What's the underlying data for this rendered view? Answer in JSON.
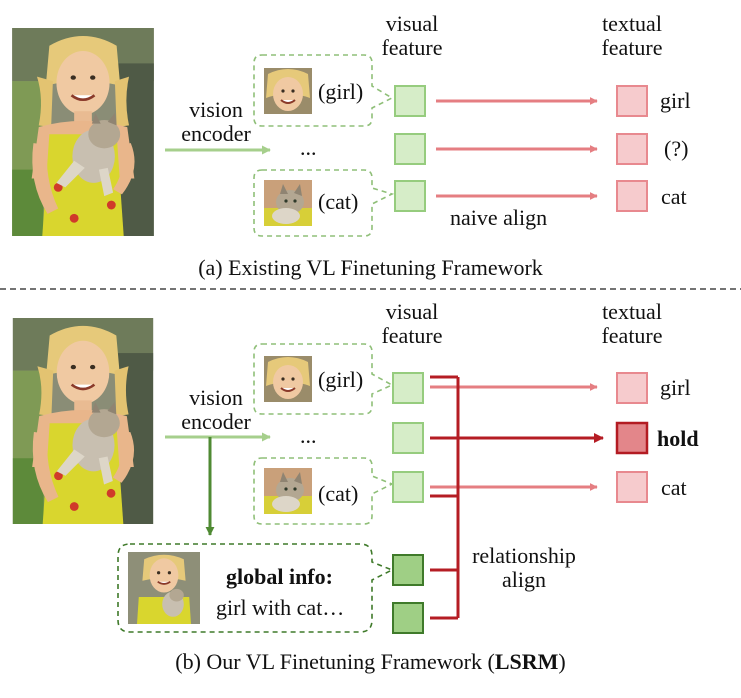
{
  "panel_a": {
    "caption": "(a) Existing VL Finetuning Framework",
    "vision_encoder": [
      "vision",
      "encoder"
    ],
    "visual_feature_header": [
      "visual",
      "feature"
    ],
    "textual_feature_header": [
      "textual",
      "feature"
    ],
    "crop_labels": [
      "(girl)",
      "(cat)"
    ],
    "ellipsis": "...",
    "textual_labels": [
      "girl",
      "(?)",
      "cat"
    ],
    "align_label": "naive align"
  },
  "panel_b": {
    "caption_prefix": "(b) Our VL Finetuning Framework (",
    "caption_method": "LSRM",
    "caption_suffix": ")",
    "vision_encoder": [
      "vision",
      "encoder"
    ],
    "visual_feature_header": [
      "visual",
      "feature"
    ],
    "textual_feature_header": [
      "textual",
      "feature"
    ],
    "crop_labels": [
      "(girl)",
      "(cat)"
    ],
    "ellipsis": "...",
    "textual_labels": [
      "girl",
      "hold",
      "cat"
    ],
    "global_info_title": "global info:",
    "global_info_text": "girl with cat…",
    "align_label": [
      "relationship",
      "align"
    ]
  },
  "colors": {
    "visual_fill": "#d6edc8",
    "visual_stroke": "#96cc7e",
    "global_fill": "#9fcf85",
    "global_stroke": "#3f7a2a",
    "textual_fill": "#f6cbcd",
    "textual_stroke": "#e8898f",
    "hold_fill": "#e3868a",
    "hold_stroke": "#b31b22",
    "dark_red": "#b51d24",
    "light_red": "#e57e82",
    "encoder_arrow": "#a6cf8c",
    "dashed_green": "#8fbf78"
  }
}
